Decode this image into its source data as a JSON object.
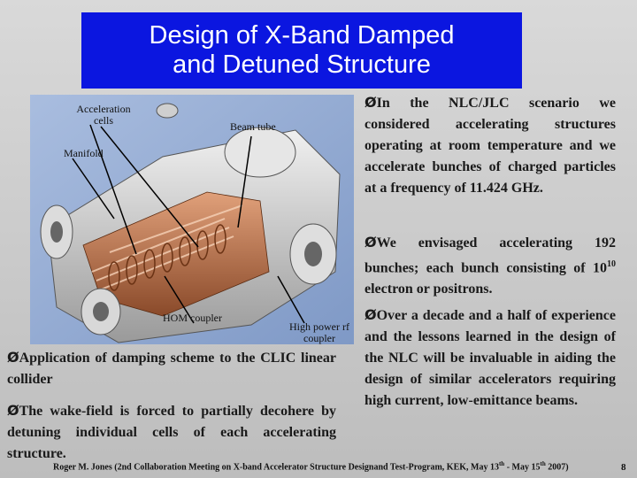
{
  "slide": {
    "title_line1": "Design of X-Band Damped",
    "title_line2": "and Detuned Structure"
  },
  "figure": {
    "label_acceleration": "Acceleration cells",
    "label_beam_tube": "Beam tube",
    "label_manifold": "Manifold",
    "label_hom": "HOM coupler",
    "label_high_power": "High power rf coupler"
  },
  "bullets": {
    "marker": "Ø",
    "right1": "In the NLC/JLC scenario we considered accelerating structures operating at room temperature and we accelerate bunches of charged particles at a frequency of 11.424 GHz.",
    "right2_pre": "We envisaged accelerating 192 bunches; each bunch consisting of 10",
    "right2_sup": "10",
    "right2_post": " electron or positrons.",
    "right3": "Over a decade and a half of experience and the lessons learned in the design of the NLC will be invaluable in aiding the design of similar accelerators requiring high current, low-emittance beams.",
    "left1": "Application of damping scheme to the CLIC linear collider",
    "left2": "The wake-field is forced to partially decohere by detuning individual cells of each accelerating structure."
  },
  "footer": {
    "pre": "Roger M. Jones (2nd Collaboration Meeting on X-band Accelerator Structure Designand Test-Program, KEK, May 13",
    "sup1": "th",
    "mid": " - May 15",
    "sup2": "th",
    "post": " 2007)",
    "page": "8"
  }
}
